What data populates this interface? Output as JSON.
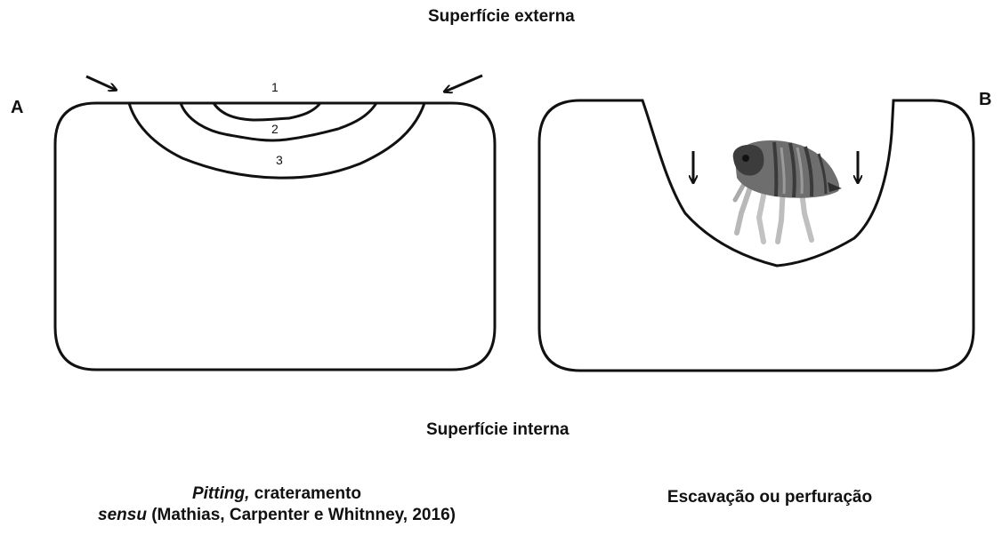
{
  "top_label": "Superfície externa",
  "bottom_label": "Superfície interna",
  "panel_a": {
    "letter": "A",
    "zone_numbers": [
      "1",
      "2",
      "3"
    ],
    "caption_line1_italic": "Pitting,",
    "caption_line1_rest": " crateramento",
    "caption_line2_italic": "sensu",
    "caption_line2_rest": " (Mathias, Carpenter e Whitnney, 2016)"
  },
  "panel_b": {
    "letter": "B",
    "caption": "Escavação ou perfuração"
  }
}
